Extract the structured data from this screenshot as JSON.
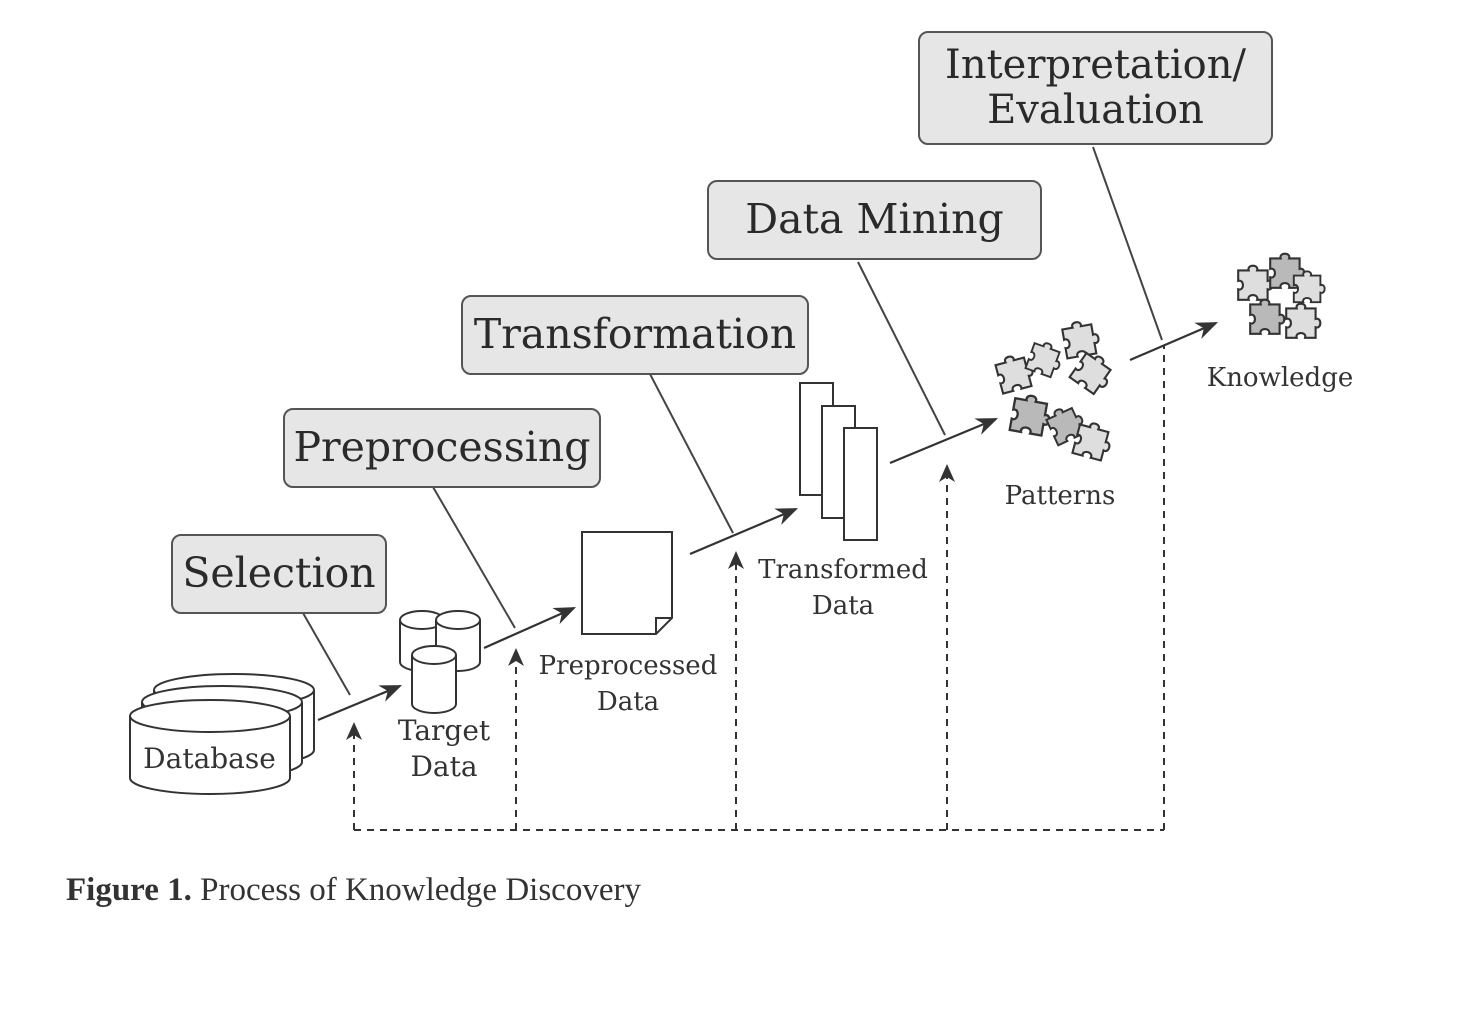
{
  "stages": [
    {
      "id": "selection",
      "label": "Selection"
    },
    {
      "id": "preprocessing",
      "label": "Preprocessing"
    },
    {
      "id": "transformation",
      "label": "Transformation"
    },
    {
      "id": "data_mining",
      "label": "Data Mining"
    },
    {
      "id": "interpretation",
      "label_line1": "Interpretation/",
      "label_line2": "Evaluation"
    }
  ],
  "nodes": {
    "database": {
      "label": "Database"
    },
    "target_data": {
      "line1": "Target",
      "line2": "Data"
    },
    "preprocessed_data": {
      "line1": "Preprocessed",
      "line2": "Data"
    },
    "transformed_data": {
      "line1": "Transformed",
      "line2": "Data"
    },
    "patterns": {
      "label": "Patterns"
    },
    "knowledge": {
      "label": "Knowledge"
    }
  },
  "caption": {
    "label": "Figure 1.",
    "text": "Process of Knowledge Discovery"
  },
  "colors": {
    "box_fill": "#e6e6e6",
    "stroke": "#444444",
    "puzzle_light": "#dedede",
    "puzzle_dark": "#b9b9b9"
  }
}
